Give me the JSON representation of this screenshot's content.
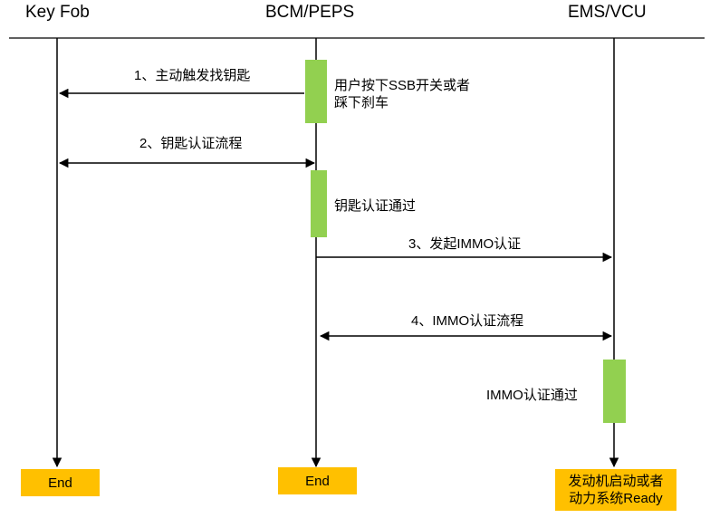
{
  "actors": {
    "key_fob": "Key Fob",
    "bcm_peps": "BCM/PEPS",
    "ems_vcu": "EMS/VCU"
  },
  "messages": [
    {
      "step": 1,
      "label": "1、主动触发找钥匙",
      "from": "BCM/PEPS",
      "to": "Key Fob",
      "direction": "one-way"
    },
    {
      "step": 2,
      "label": "2、钥匙认证流程",
      "from": "Key Fob",
      "to": "BCM/PEPS",
      "direction": "two-way"
    },
    {
      "step": 3,
      "label": "3、发起IMMO认证",
      "from": "BCM/PEPS",
      "to": "EMS/VCU",
      "direction": "one-way"
    },
    {
      "step": 4,
      "label": "4、IMMO认证流程",
      "from": "BCM/PEPS",
      "to": "EMS/VCU",
      "direction": "two-way"
    }
  ],
  "notes": {
    "press_ssb": "用户按下SSB开关或者\n踩下刹车",
    "key_auth_pass": "钥匙认证通过",
    "immo_auth_pass": "IMMO认证通过"
  },
  "ends": {
    "key_fob_end": "End",
    "bcm_end": "End",
    "ems_end": "发动机启动或者\n动力系统Ready"
  },
  "colors": {
    "activation_bar": "#92d050",
    "end_box": "#ffc000",
    "line": "#000000"
  }
}
